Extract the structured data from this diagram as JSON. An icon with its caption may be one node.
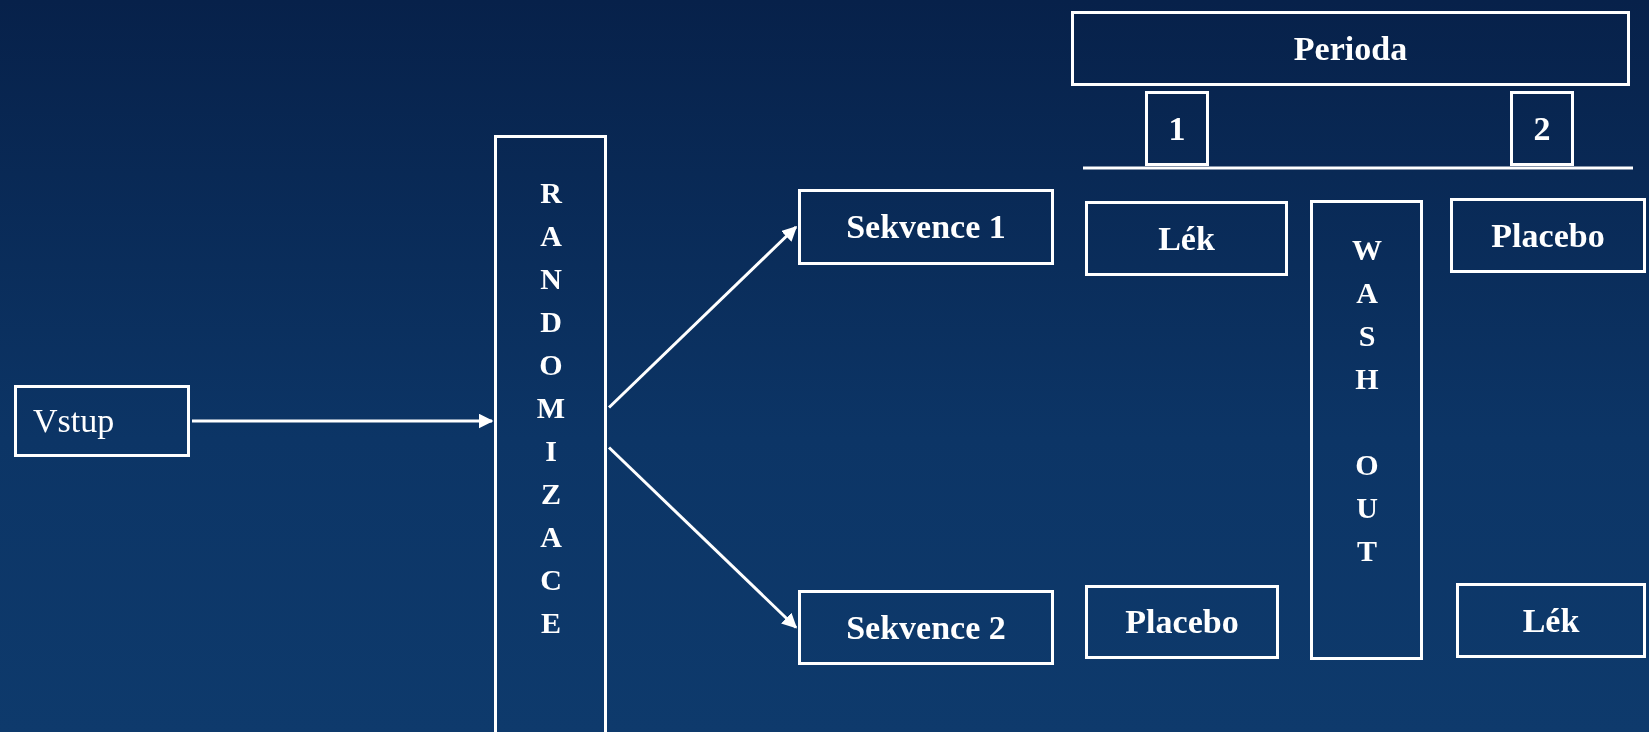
{
  "diagram": {
    "nodes": [
      {
        "text": [
          "Perioda"
        ]
      },
      {
        "text": [
          "1"
        ]
      },
      {
        "text": [
          "2"
        ]
      },
      {
        "text": [
          "Vstup"
        ]
      },
      {
        "text": [
          "RANDOMIZACE"
        ]
      },
      {
        "text": [
          "Sekvence 1"
        ]
      },
      {
        "text": [
          "Sekvence 2"
        ]
      },
      {
        "text": [
          "Lék"
        ]
      },
      {
        "text": [
          "WASH OUT"
        ]
      },
      {
        "text": [
          "Placebo"
        ]
      },
      {
        "text": [
          "Placebo"
        ]
      },
      {
        "text": [
          "Lék"
        ]
      }
    ],
    "edges": [
      {
        "from": 3,
        "to": 4,
        "arrow": "to"
      },
      {
        "from": 4,
        "to": 5,
        "arrow": "to"
      },
      {
        "from": 4,
        "to": 6,
        "arrow": "to"
      }
    ]
  }
}
